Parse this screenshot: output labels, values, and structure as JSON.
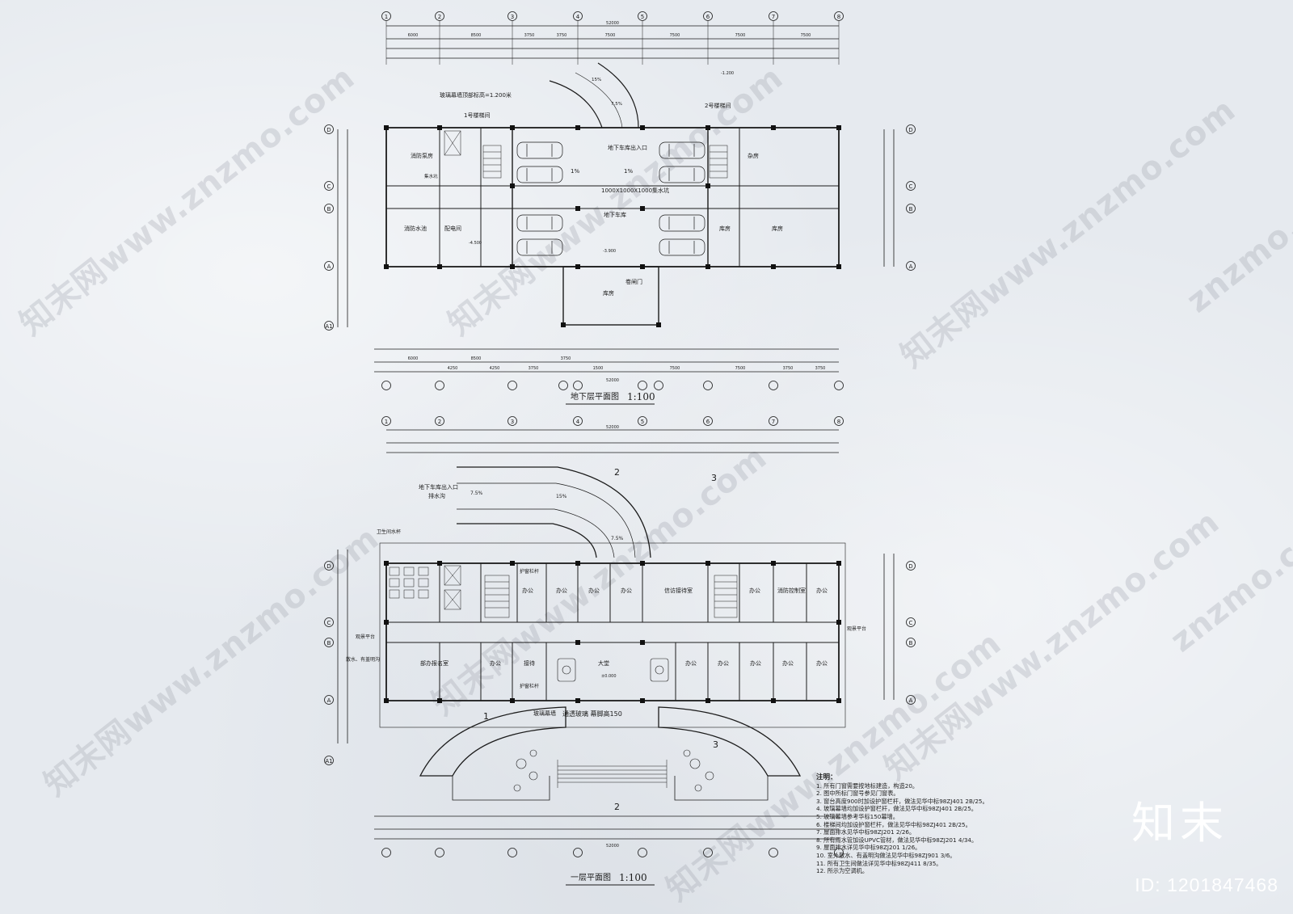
{
  "watermarks": {
    "site": "znzmo.com",
    "site_cn": "知末网www.znzmo.com"
  },
  "brand": {
    "logo": "知末",
    "id_text": "ID: 1201847468"
  },
  "basement": {
    "title": "地下层平面图",
    "scale": "1:100",
    "overall_dim": "52000",
    "dims_top": [
      "6000",
      "8500",
      "3750",
      "3750",
      "7500",
      "7500",
      "7500",
      "7500"
    ],
    "dims_bottom": [
      "6000",
      "8500",
      "4250",
      "4250",
      "3750",
      "3750",
      "1500",
      "7500",
      "7500",
      "3750",
      "3750"
    ],
    "axes_x": [
      "1",
      "2",
      "3",
      "4",
      "5",
      "6",
      "7",
      "8"
    ],
    "axes_y": [
      "D",
      "C",
      "B",
      "A",
      "A1"
    ],
    "rooms": {
      "fire_pump": "消防泵房",
      "fire_pool": "消防水池",
      "power": "配电间",
      "garage": "地下车库",
      "garage_entry": "地下车库出入口",
      "misc": "杂房",
      "store_1": "库房",
      "store_2": "库房",
      "store_3": "库房",
      "stair_1": "1号楼梯间",
      "stair_2": "2号楼梯间",
      "sump": "1000X1000X1000集水坑",
      "curtain": "玻璃幕墙顶部标高=1.200米",
      "shutter": "卷闸门",
      "sump_pit": "集水坑",
      "slope_1": "1%",
      "slope_2": "1%",
      "ramp_a": "15%",
      "ramp_b": "7.5%",
      "elev_1": "-4.500",
      "elev_2": "-3.900",
      "elev_3": "-1.200"
    }
  },
  "ground": {
    "title": "一层平面图",
    "scale": "1:100",
    "overall_dim": "52000",
    "axes_x": [
      "1",
      "2",
      "3",
      "4",
      "5",
      "6",
      "7",
      "8"
    ],
    "axes_y": [
      "D",
      "C",
      "B",
      "A",
      "A1"
    ],
    "rooms": {
      "office": "办公",
      "reception": "信访接待室",
      "fire_control": "消防控制室",
      "lobby": "大堂",
      "signup": "部办报名室",
      "reception2": "接待",
      "curtain": "玻璃幕墙",
      "glass": "通透玻璃  幕脚高150",
      "entry": "地下车库出入口",
      "drain": "排水沟",
      "rail": "护窗栏杆",
      "rail2": "护窗栏杆",
      "toilet": "卫生间水杯",
      "tap": "散水、有盖明沟",
      "corridor": "观景平台",
      "balcony": "观景平台",
      "slope_a": "7.5%",
      "slope_b": "15%",
      "slope_c": "7.5%",
      "elev_0": "±0.000",
      "section_1": "1",
      "section_2": "2",
      "section_3": "3"
    },
    "notes_title": "注明：",
    "notes": [
      "1. 所有门窗需要按地标建造，构造20。",
      "2. 图中所标门窗号参见门窗表。",
      "3. 窗台高度900时加设护窗栏杆，做法见华中标98ZJ401 2B/25。",
      "4. 玻璃幕墙均加设护窗栏杆，做法见华中标98ZJ401 2B/25。",
      "5. 玻璃幕墙参考华标150幕墙。",
      "6. 楼梯间均加设护窗栏杆，做法见华中标98ZJ401 2B/25。",
      "7. 屋面排水见华中标98ZJ201 2/26。",
      "8. 所有雨水管加设UPVC管材，做法见华中标98ZJ201 4/34。",
      "9. 屋面排水详见华中标98ZJ201 1/26。",
      "10. 室外散水、有盖明沟做法见华中标98ZJ901 3/6。",
      "11. 所有卫生间做法详见华中标98ZJ411 8/35。",
      "12. 所示为空调机。"
    ]
  }
}
